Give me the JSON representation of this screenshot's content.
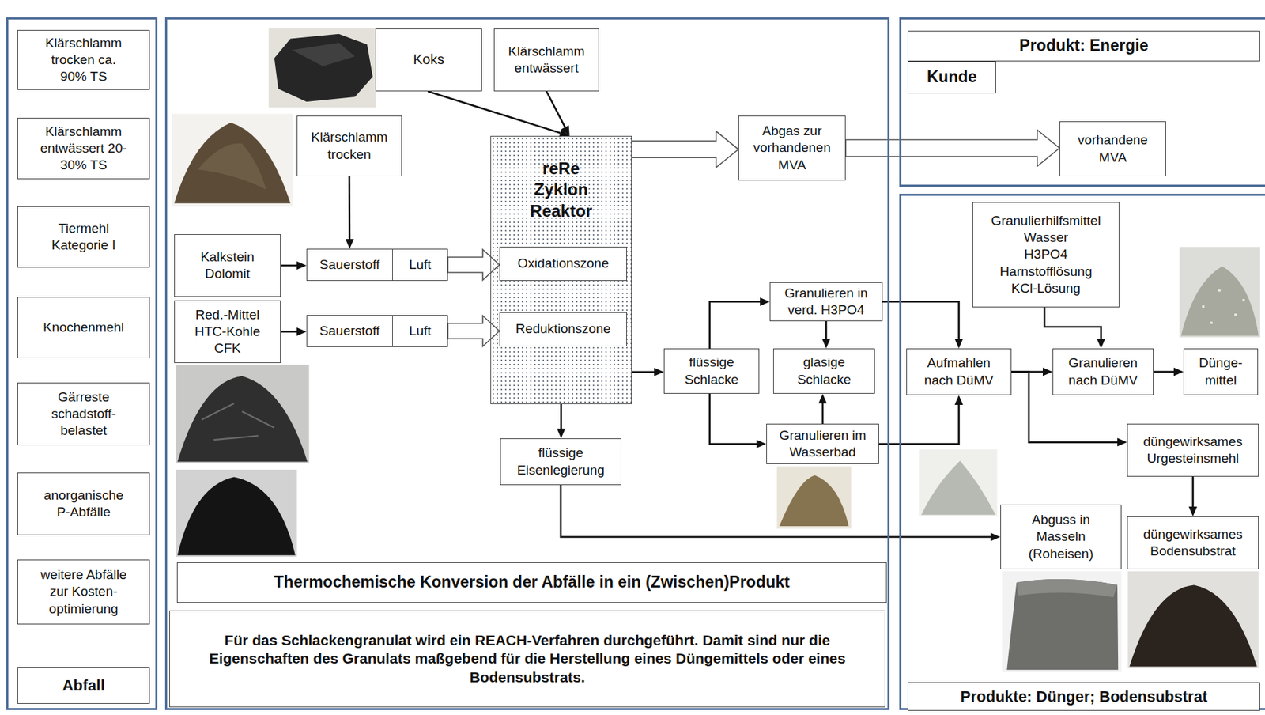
{
  "diagram": {
    "nodes": [
      {
        "text": [
          "Abfall"
        ]
      },
      {
        "text": [
          "Klärschlamm trocken ca. 90% TS"
        ],
        "in": 0
      },
      {
        "text": [
          "Klärschlamm entwässert 20-30% TS"
        ],
        "in": 0
      },
      {
        "text": [
          "Tiermehl Kategorie I"
        ],
        "in": 0
      },
      {
        "text": [
          "Knochenmehl"
        ],
        "in": 0
      },
      {
        "text": [
          "Gärreste schadstoff-belastet"
        ],
        "in": 0
      },
      {
        "text": [
          "anorganische P-Abfälle"
        ],
        "in": 0
      },
      {
        "text": [
          "weitere Abfälle zur Kosten-optimierung"
        ],
        "in": 0
      },
      {
        "text": [
          "Thermochemische Konversion der Abfälle in ein (Zwischen)Produkt",
          "Für das Schlackengranulat wird ein REACH-Verfahren durchgeführt. Damit sind nur die Eigenschaften des Granulats maßgebend für die Herstellung eines Düngemittels oder eines Bodensubstrats."
        ]
      },
      {
        "text": [
          "Koks"
        ],
        "in": 8
      },
      {
        "text": [
          "Klärschlamm entwässert"
        ],
        "in": 8
      },
      {
        "text": [
          "Klärschlamm trocken"
        ],
        "in": 8
      },
      {
        "text": [
          "Abgas zur vorhandenen MVA"
        ],
        "in": 8
      },
      {
        "text": [
          "reRe Zyklon Reaktor"
        ],
        "in": 8
      },
      {
        "text": [
          "Oxidationszone"
        ],
        "in": 13
      },
      {
        "text": [
          "Reduktionszone"
        ],
        "in": 13
      },
      {
        "text": [
          "Kalkstein Dolomit"
        ],
        "in": 8
      },
      {
        "text": [
          "Sauerstoff"
        ],
        "in": 8
      },
      {
        "text": [
          "Luft"
        ],
        "in": 8
      },
      {
        "text": [
          "Red.-Mittel HTC-Kohle CFK"
        ],
        "in": 8
      },
      {
        "text": [
          "Sauerstoff"
        ],
        "in": 8
      },
      {
        "text": [
          "Luft"
        ],
        "in": 8
      },
      {
        "text": [
          "Granulieren in verd. H3PO4"
        ],
        "in": 8
      },
      {
        "text": [
          "flüssige Schlacke"
        ],
        "in": 8
      },
      {
        "text": [
          "glasige Schlacke"
        ],
        "in": 8
      },
      {
        "text": [
          "Granulieren im Wasserbad"
        ],
        "in": 8
      },
      {
        "text": [
          "flüssige Eisenlegierung"
        ],
        "in": 8
      },
      {
        "text": [
          "Produkt: Energie",
          "Kunde"
        ]
      },
      {
        "text": [
          "vorhandene MVA"
        ],
        "in": 27
      },
      {
        "text": [
          "Produkte: Dünger; Bodensubstrat"
        ]
      },
      {
        "text": [
          "Granulierhilfsmittel Wasser H3PO4 Harnstofflösung KCl-Lösung"
        ],
        "in": 29
      },
      {
        "text": [
          "Aufmahlen nach DüMV"
        ],
        "in": 29
      },
      {
        "text": [
          "Granulieren nach DüMV"
        ],
        "in": 29
      },
      {
        "text": [
          "Dünge-mittel"
        ],
        "in": 29
      },
      {
        "text": [
          "düngewirksames Urgesteinsmehl"
        ],
        "in": 29
      },
      {
        "text": [
          "Abguss in Masseln (Roheisen)"
        ],
        "in": 29
      },
      {
        "text": [
          "düngewirksames Bodensubstrat"
        ],
        "in": 29
      }
    ],
    "edges": [
      {
        "from": 9,
        "to": 13,
        "arrow": "to"
      },
      {
        "from": 10,
        "to": 13,
        "arrow": "to"
      },
      {
        "from": 11,
        "to": 17,
        "arrow": "to"
      },
      {
        "from": 16,
        "to": 17,
        "arrow": "to"
      },
      {
        "from": 18,
        "to": 14,
        "arrow": "to"
      },
      {
        "from": 19,
        "to": 20,
        "arrow": "to"
      },
      {
        "from": 21,
        "to": 15,
        "arrow": "to"
      },
      {
        "from": 13,
        "to": 12,
        "arrow": "to"
      },
      {
        "from": 12,
        "to": 28,
        "arrow": "to"
      },
      {
        "from": 13,
        "to": 23,
        "arrow": "to"
      },
      {
        "from": 13,
        "to": 26,
        "arrow": "to"
      },
      {
        "from": 23,
        "to": 22,
        "arrow": "to"
      },
      {
        "from": 23,
        "to": 25,
        "arrow": "to"
      },
      {
        "from": 22,
        "to": 24,
        "arrow": "to"
      },
      {
        "from": 25,
        "to": 24,
        "arrow": "to"
      },
      {
        "from": 22,
        "to": 31,
        "arrow": "to"
      },
      {
        "from": 25,
        "to": 31,
        "arrow": "to"
      },
      {
        "from": 26,
        "to": 35,
        "arrow": "to"
      },
      {
        "from": 30,
        "to": 32,
        "arrow": "to"
      },
      {
        "from": 31,
        "to": 32,
        "arrow": "to"
      },
      {
        "from": 32,
        "to": 33,
        "arrow": "to"
      },
      {
        "from": 31,
        "to": 34,
        "arrow": "to"
      },
      {
        "from": 34,
        "to": 36,
        "arrow": "to"
      }
    ]
  }
}
